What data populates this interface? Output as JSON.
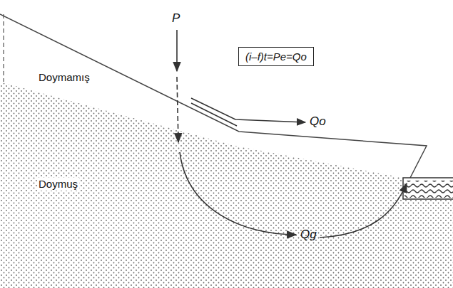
{
  "diagram": {
    "nodes": [
      {
        "text": [
          "(i–f)t=Pe=Qo"
        ]
      }
    ],
    "edges": [],
    "labels": [
      "Doymamış",
      "Doymuş",
      "P",
      "Qo",
      "Qg"
    ]
  }
}
